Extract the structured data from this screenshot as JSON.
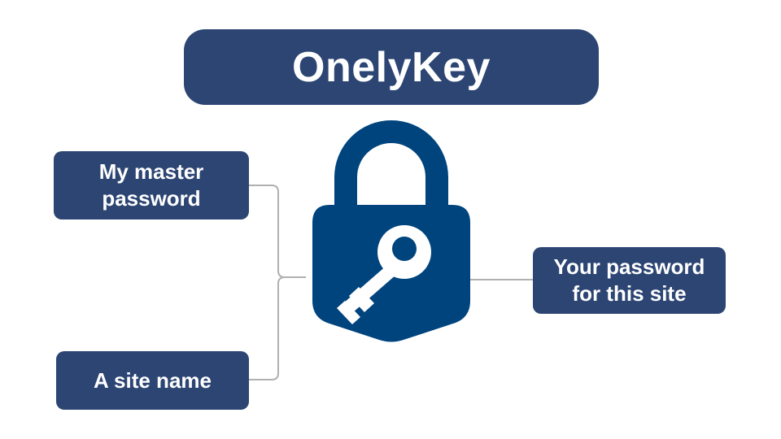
{
  "title": "OnelyKey",
  "inputs": {
    "master_password": "My master\npassword",
    "site_name": "A site name"
  },
  "output": {
    "site_password": "Your password\nfor this site"
  },
  "colors": {
    "box_fill": "#2c4573",
    "lock_fill": "#00447e",
    "connector": "#b0b0b0"
  },
  "icons": [
    "padlock-icon",
    "key-icon"
  ]
}
